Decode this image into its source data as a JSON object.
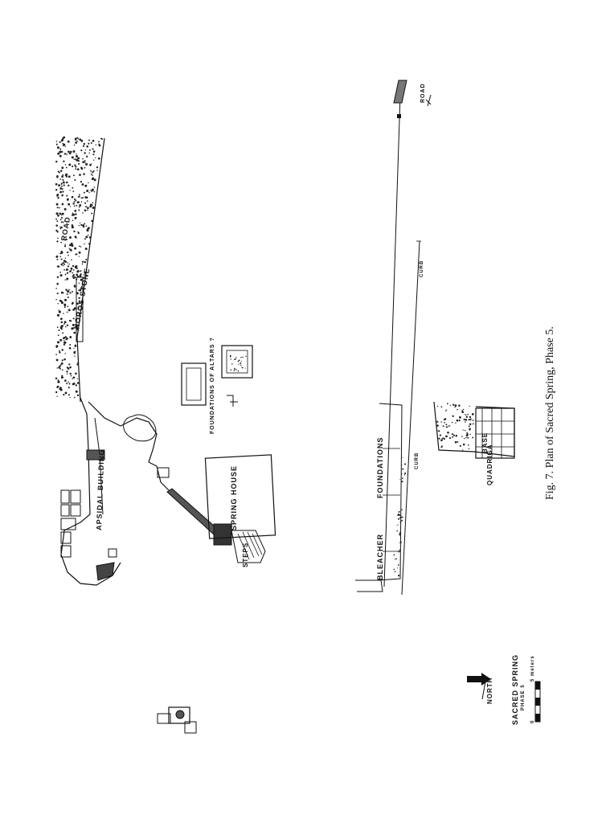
{
  "caption": "Fig. 7. Plan of Sacred Spring, Phase 5.",
  "labels": {
    "road": "ROAD",
    "horos_stone": "HOROS STONE",
    "apsidal_building": "APSIDAL BUILDING",
    "altar_foundations": "FOUNDATIONS OF ALTARS ?",
    "spring_house": "SPRING HOUSE",
    "steps": "STEPS",
    "bleacher": "BLEACHER",
    "foundations": "FOUNDATIONS",
    "road_east": "ROAD",
    "curb": "CURB",
    "base": "BASE",
    "quadriga": "QUADRIGA"
  },
  "legend": {
    "north": "NORTH",
    "title": "SACRED SPRING",
    "phase": "PHASE 5",
    "scale_max": "5 meters",
    "scale_zero": "0"
  }
}
